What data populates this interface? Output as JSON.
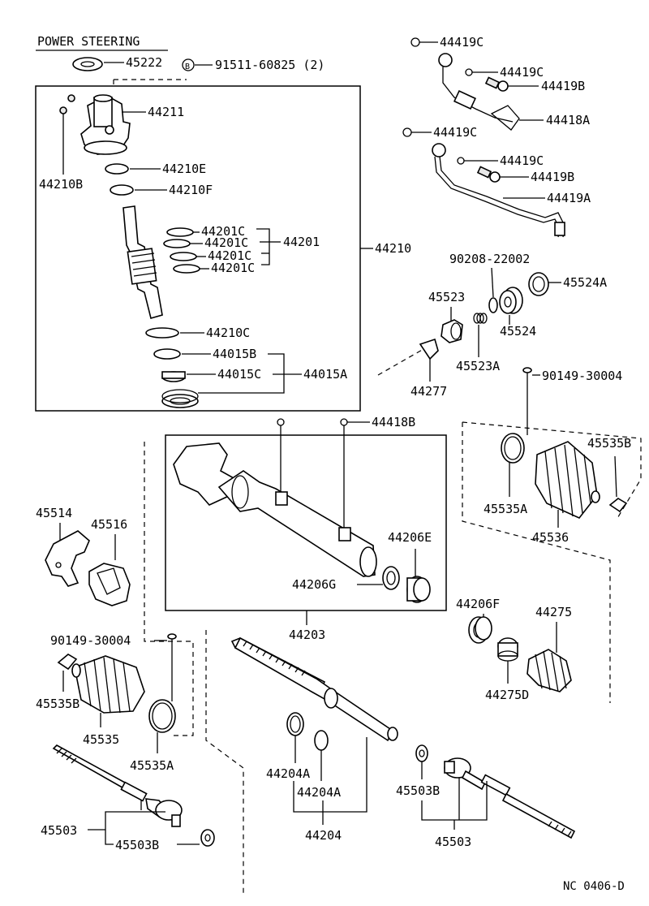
{
  "title": "POWER STEERING",
  "diagram_code": "NC 0406-D",
  "labels": {
    "p45222": "45222",
    "p91511": "91511-60825 (2)",
    "p44211": "44211",
    "p44210B": "44210B",
    "p44210E": "44210E",
    "p44210F": "44210F",
    "p44201C_1": "44201C",
    "p44201C_2": "44201C",
    "p44201C_3": "44201C",
    "p44201C_4": "44201C",
    "p44201": "44201",
    "p44210": "44210",
    "p44210C": "44210C",
    "p44015B": "44015B",
    "p44015C": "44015C",
    "p44015A": "44015A",
    "p44419C_1": "44419C",
    "p44419C_2": "44419C",
    "p44419B_1": "44419B",
    "p44418A": "44418A",
    "p44419C_3": "44419C",
    "p44419C_4": "44419C",
    "p44419B_2": "44419B",
    "p44419A": "44419A",
    "p90208": "90208-22002",
    "p45524A": "45524A",
    "p45523": "45523",
    "p45524": "45524",
    "p45523A": "45523A",
    "p44277": "44277",
    "p90149_1": "90149-30004",
    "p44418B": "44418B",
    "p45535B_1": "45535B",
    "p45535A_1": "45535A",
    "p45536": "45536",
    "p45514": "45514",
    "p45516": "45516",
    "p44206E": "44206E",
    "p44206G": "44206G",
    "p44203": "44203",
    "p44206F": "44206F",
    "p44275": "44275",
    "p44275D": "44275D",
    "p90149_2": "90149-30004",
    "p45535B_2": "45535B",
    "p45535": "45535",
    "p45535A_2": "45535A",
    "p44204A_1": "44204A",
    "p44204A_2": "44204A",
    "p44204": "44204",
    "p45503B_1": "45503B",
    "p45503_1": "45503",
    "p45503B_2": "45503B",
    "p45503_2": "45503"
  }
}
